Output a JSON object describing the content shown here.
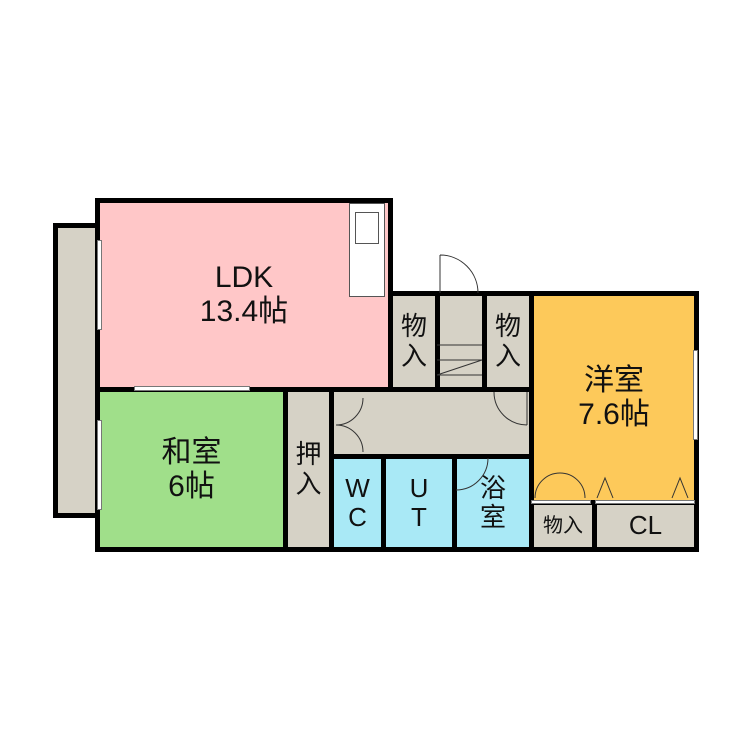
{
  "rooms": {
    "ldk": {
      "name": "LDK",
      "size": "13.4帖"
    },
    "washitsu": {
      "name": "和室",
      "size": "6帖"
    },
    "youshitsu": {
      "name": "洋室",
      "size": "7.6帖"
    },
    "oshiire": {
      "line1": "押",
      "line2": "入"
    },
    "storage_left": {
      "line1": "物",
      "line2": "入"
    },
    "storage_right": {
      "line1": "物",
      "line2": "入"
    },
    "storage_bottom": {
      "label": "物入"
    },
    "closet": {
      "label": "CL"
    },
    "wc": {
      "line1": "W",
      "line2": "C"
    },
    "ut": {
      "line1": "U",
      "line2": "T"
    },
    "bath": {
      "line1": "浴",
      "line2": "室"
    }
  },
  "colors": {
    "ldk": "#ffc7c8",
    "washitsu": "#a0df8a",
    "youshitsu": "#fdc95a",
    "wet": "#a9e9f6",
    "storage": "#d6d2c6"
  }
}
